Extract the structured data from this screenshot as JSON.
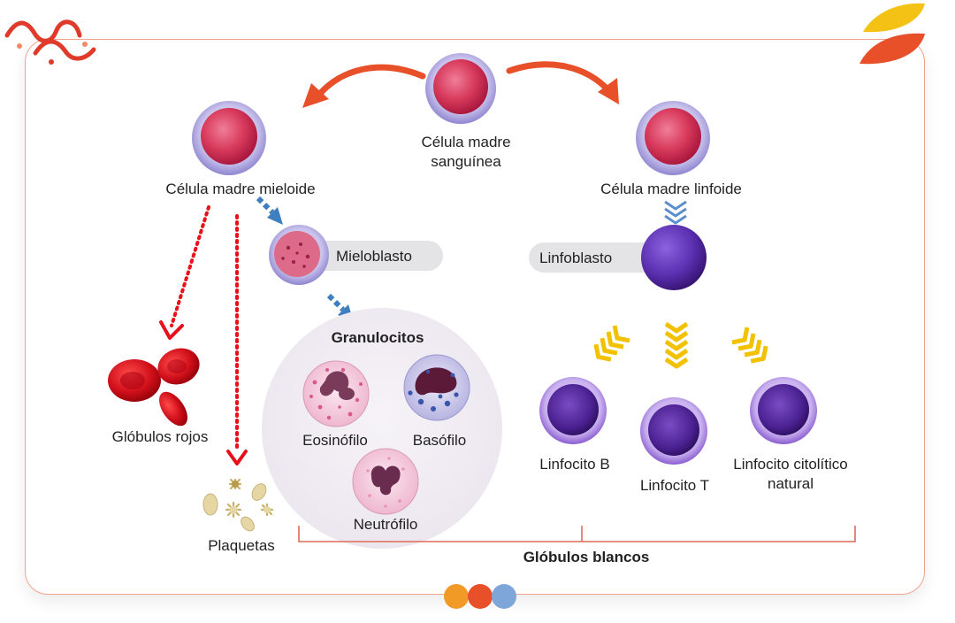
{
  "diagram": {
    "labels": {
      "stem_cell_line1": "Célula madre",
      "stem_cell_line2": "sanguínea",
      "myeloid_stem_cell": "Célula madre mieloide",
      "lymphoid_stem_cell": "Célula madre linfoide",
      "myeloblast": "Mieloblasto",
      "lymphoblast": "Linfoblasto",
      "granulocytes": "Granulocitos",
      "eosinophil": "Eosinófilo",
      "basophil": "Basófilo",
      "neutrophil": "Neutrófilo",
      "red_blood_cells": "Glóbulos rojos",
      "platelets": "Plaquetas",
      "b_lymphocyte": "Linfocito B",
      "t_lymphocyte": "Linfocito T",
      "nk_line1": "Linfocito citolítico",
      "nk_line2": "natural",
      "white_blood_cells": "Glóbulos blancos"
    },
    "colors": {
      "frame_border": "#f0a48c",
      "curved_arrow": "#e8502a",
      "dotted_arrow": "#e8101a",
      "dashed_arrow": "#3f7fc0",
      "chevron_blue": "#5a8fd0",
      "chevron_yellow": "#f2c100",
      "cell_pink": "#d8405e",
      "cell_violet": "#5a2fb0",
      "bracket": "#e06a5a"
    },
    "icons": [
      "logo-squiggle-icon",
      "leaf-logo-icon",
      "pagination-dots-icon"
    ]
  }
}
